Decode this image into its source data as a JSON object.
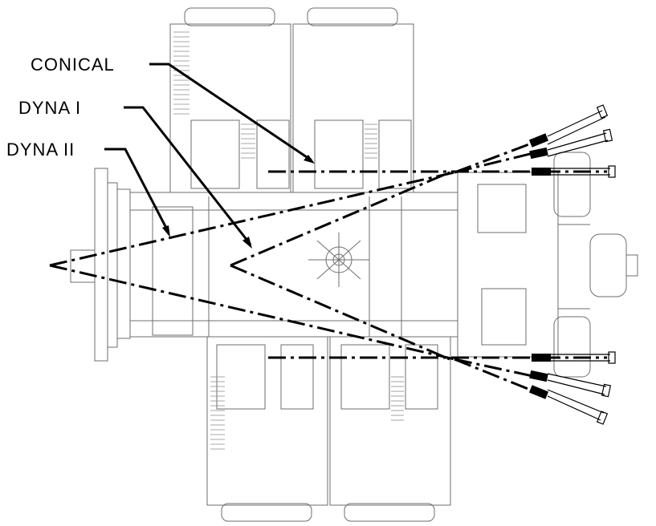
{
  "labels": {
    "conical": "CONICAL",
    "dyna_i": "DYNA I",
    "dyna_ii": "DYNA II"
  },
  "colors": {
    "ink": "#000000",
    "engine_line": "#6e6e6e",
    "background": "#ffffff"
  }
}
